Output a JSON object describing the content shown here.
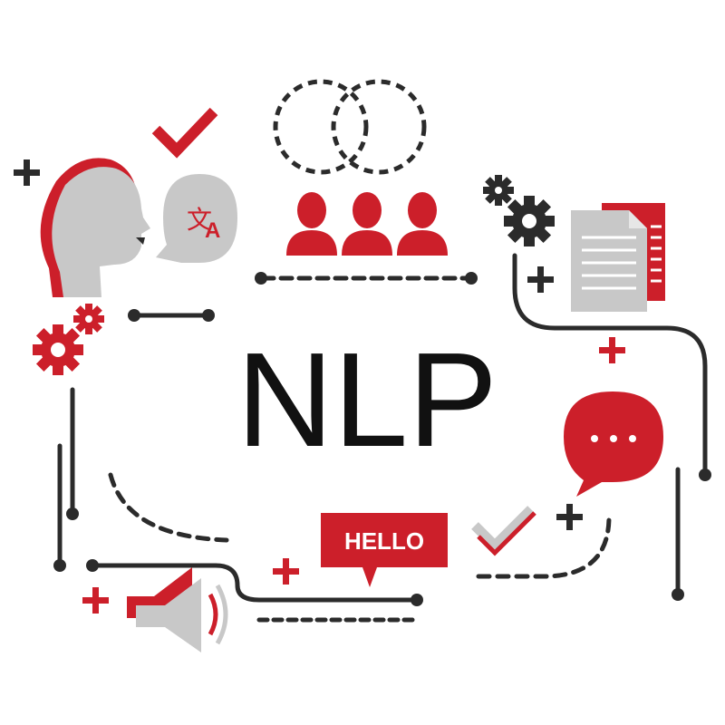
{
  "title": "NLP",
  "hello_bubble": {
    "text": "HELLO"
  },
  "translate_glyphs": {
    "source": "文",
    "target": "A"
  },
  "chat_bubble": {
    "text": "···"
  },
  "colors": {
    "accent": "#cc1f2a",
    "dark": "#2b2b2b",
    "gray": "#c8c8c8",
    "light_gray": "#e6e6e6",
    "white": "#ffffff"
  },
  "icons": [
    "speaking-head-icon",
    "translate-bubble-icon",
    "checkmark-icon",
    "venn-diagram-icon",
    "people-group-icon",
    "gears-icon",
    "documents-icon",
    "megaphone-icon",
    "speech-bubble-icon",
    "plus-icon"
  ]
}
